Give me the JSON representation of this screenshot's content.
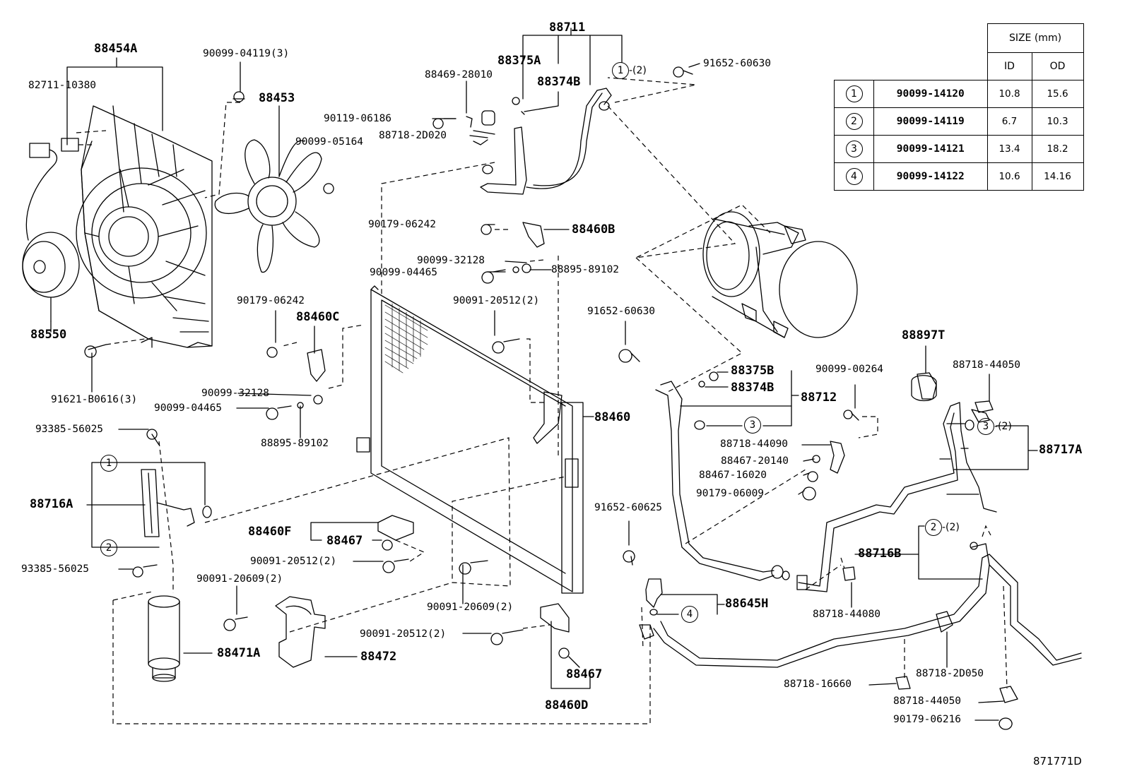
{
  "labels": {
    "p88454A": "88454A",
    "p82711_10380": "82711-10380",
    "p88550": "88550",
    "p91621_B0616": "91621-B0616(3)",
    "p90099_04119": "90099-04119(3)",
    "p88453": "88453",
    "p90099_05164": "90099-05164",
    "p88711": "88711",
    "p88375A": "88375A",
    "p88374B": "88374B",
    "p88469_28010": "88469-28010",
    "p90119_06186": "90119-06186",
    "p88718_2D020": "88718-2D020",
    "p90179_06242_a": "90179-06242",
    "p88460B": "88460B",
    "p90099_32128_a": "90099-32128",
    "p90099_04465_a": "90099-04465",
    "p88895_89102_a": "88895-89102",
    "p91652_60630_a": "91652-60630",
    "circ1_top": "1",
    "circ1_top_qty": "-(2)",
    "p90179_06242_b": "90179-06242",
    "p88460C": "88460C",
    "p90091_20512_a": "90091-20512(2)",
    "p91652_60630_b": "91652-60630",
    "p90099_32128_b": "90099-32128",
    "p90099_04465_b": "90099-04465",
    "p88895_89102_b": "88895-89102",
    "p93385_56025_a": "93385-56025",
    "p88716A": "88716A",
    "circ1_mid": "1",
    "circ2_mid": "2",
    "p93385_56025_b": "93385-56025",
    "p88460F": "88460F",
    "p88467_a": "88467",
    "p90091_20512_b": "90091-20512(2)",
    "p90091_20609_a": "90091-20609(2)",
    "p88471A": "88471A",
    "p88472": "88472",
    "p88460": "88460",
    "p90091_20609_b": "90091-20609(2)",
    "p90091_20512_c": "90091-20512(2)",
    "p88467_b": "88467",
    "p88460D": "88460D",
    "p88375B": "88375B",
    "p88374B_b": "88374B",
    "p88712": "88712",
    "circ3_a": "3",
    "p90099_00264": "90099-00264",
    "p88718_44090": "88718-44090",
    "p88467_20140": "88467-20140",
    "p88467_16020": "88467-16020",
    "p90179_06009": "90179-06009",
    "p91652_60625": "91652-60625",
    "p88645H": "88645H",
    "circ4": "4",
    "p88897T": "88897T",
    "p88718_44050_a": "88718-44050",
    "circ3_b": "3",
    "circ3_b_qty": "-(2)",
    "p88717A": "88717A",
    "circ2_b": "2",
    "circ2_b_qty": "-(2)",
    "p88716B": "88716B",
    "p88718_44080": "88718-44080",
    "p88718_2D050": "88718-2D050",
    "p88718_16660": "88718-16660",
    "p88718_44050_b": "88718-44050",
    "p90179_06216": "90179-06216",
    "ref": "871771D"
  },
  "size_table": {
    "title": "SIZE (mm)",
    "col_id": "ID",
    "col_od": "OD",
    "rows": [
      {
        "ref": "1",
        "part": "90099-14120",
        "id": "10.8",
        "od": "15.6"
      },
      {
        "ref": "2",
        "part": "90099-14119",
        "id": "6.7",
        "od": "10.3"
      },
      {
        "ref": "3",
        "part": "90099-14121",
        "id": "13.4",
        "od": "18.2"
      },
      {
        "ref": "4",
        "part": "90099-14122",
        "id": "10.6",
        "od": "14.16"
      }
    ]
  }
}
